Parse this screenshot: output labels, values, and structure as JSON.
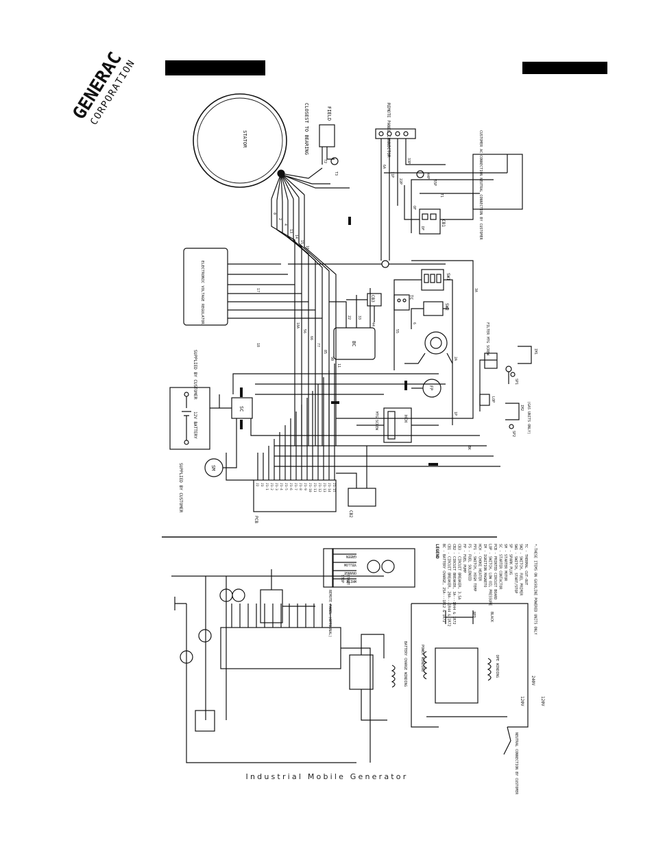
{
  "brand": {
    "name": "GENERAC",
    "sub": "CORPORATION"
  },
  "footer": "Industrial Mobile Generator",
  "wiring": {
    "title": "LEGEND",
    "components": {
      "stator": "STATOR",
      "field": "FIELD",
      "battery": "12V BATTERY",
      "voltage_regulator": "ELECTRONIC VOLTAGE REGULATOR",
      "remote_panel": "REMOTE PANEL CONNECTOR",
      "customer_ac": "CUSTOMER AC CONNECTION NEUTRAL CONNECTION BY CUSTOMER",
      "supplied_top": "SUPPLIED BY CUSTOMER",
      "supplied_bottom": "SUPPLIED BY CUSTOMER",
      "closest_bearing": "CLOSEST TO BEARING",
      "pcb": "PCB",
      "bc": "BC",
      "cb2": "CB2",
      "cb3": "CB3",
      "cb1": "CB1",
      "sc": "SC",
      "sm": "SM",
      "fp": "FP",
      "hch": "HCH",
      "tc": "TC",
      "sw1": "SW1",
      "sw2": "SW2",
      "filter": "FILTER MTG SCREW",
      "mtg": "MTG SCREW",
      "lop": "LOP",
      "sp1": "SP1",
      "sp2": "SP2",
      "im1": "IM1",
      "im2": "IM2",
      "gas_only": "(GAS UNITS ONLY)",
      "start": "START",
      "stop": "STOP",
      "remote_optional": "REMOTE PANEL (OPTIONAL)",
      "battery_charge": "BATTERY CHARGE WINDING",
      "power_winding": "POWER WINDING",
      "dpe": "DPE WINDING",
      "neutral_bottom": "NEUTRAL CONNECTION BY CUSTOMER",
      "green": "GREEN",
      "white": "WHITE",
      "black": "BLACK",
      "red": "RED",
      "yellow": "YELLOW",
      "orange": "ORANGE",
      "v240": "240V",
      "v120a": "120V",
      "v120b": "120V"
    },
    "legend_entries": [
      "BC - BATTERY CHARGE, 25A---1R12 & 1R72",
      "CB1 - CIRCUIT BREAKER, 20A---1R44 & 1R72",
      "CB2 - CIRCUIT BREAKER, 3A---1R44 & 1R72",
      "CB3 - CIRCUIT BREAKER, 3.5A",
      "FP - FUEL PUMP",
      "FS - FUEL SOLENOID",
      "FP1 - SWITCH, HIGH TEMP",
      "HCH - CHOKE HEATER",
      "IM - IGNITION MAGNETO",
      "LOP - SWITCH, LOW OIL PRESSURE",
      "PCB - PRINTED CIRCUIT BOARD",
      "SC - STARTER CONTACTOR",
      "SM - STARTER MOTOR",
      "SP - SPARK PLUG",
      "SW1 - SWITCH, START/STOP",
      "SW2 - SWITCH, FUEL PRIMER",
      "TC - THERMAL CUT-OUT"
    ],
    "legend_note": "*-THESE ITEMS ON GASOLINE POWERED UNITS ONLY",
    "pcb_pins": [
      "J2",
      "J3",
      "J1-1",
      "J1-2",
      "J1-3",
      "J1-4",
      "J1-5",
      "J1-6",
      "J1-7",
      "J1-8",
      "J1-9",
      "J1-10",
      "J1-11",
      "J1-12",
      "J1-13",
      "J1-14",
      "J1-15"
    ],
    "wire_numbers": [
      "0",
      "2",
      "4",
      "13",
      "14",
      "15",
      "16",
      "17",
      "18",
      "18A",
      "56",
      "66",
      "77",
      "85",
      "90",
      "11",
      "22",
      "33",
      "44",
      "55",
      "6",
      "2A",
      "3A",
      "6A",
      "11P",
      "22P",
      "33P",
      "44P",
      "55P",
      "T1",
      "T2",
      "T3",
      "OF",
      "DF",
      "1P",
      "BK"
    ]
  }
}
